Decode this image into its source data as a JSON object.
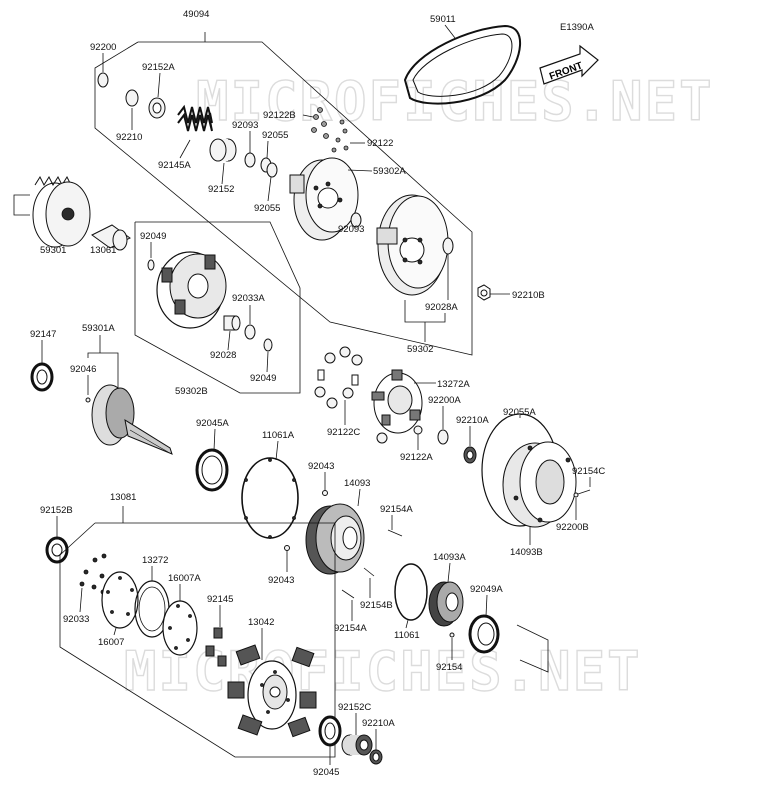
{
  "diagram_code": "E1390A",
  "front_label": "FRONT",
  "watermark": "MICROFICHES.NET",
  "labels": {
    "p49094": "49094",
    "p59011": "59011",
    "p92200": "92200",
    "p92152A": "92152A",
    "p92210": "92210",
    "p92145A": "92145A",
    "p92093a": "92093",
    "p92122B": "92122B",
    "p92055a": "92055",
    "p92122": "92122",
    "p92152": "92152",
    "p92055b": "92055",
    "p59302A": "59302A",
    "p92093b": "92093",
    "p92049a": "92049",
    "p92033A": "92033A",
    "p92028": "92028",
    "p92049b": "92049",
    "p59302B": "59302B",
    "p59301": "59301",
    "p13061": "13061",
    "p92028A": "92028A",
    "p59302": "59302",
    "p92210B": "92210B",
    "p92147": "92147",
    "p59301A": "59301A",
    "p92046": "92046",
    "p13272A": "13272A",
    "p92200A": "92200A",
    "p92210Aa": "92210A",
    "p92055A": "92055A",
    "p92122C": "92122C",
    "p92122A": "92122A",
    "p92045A": "92045A",
    "p11061A": "11061A",
    "p92043a": "92043",
    "p14093": "14093",
    "p92154C": "92154C",
    "p92200B": "92200B",
    "p14093B": "14093B",
    "p92154Aa": "92154A",
    "p92152B": "92152B",
    "p13081": "13081",
    "p13272": "13272",
    "p16007A": "16007A",
    "p92145": "92145",
    "p13042": "13042",
    "p92033": "92033",
    "p16007": "16007",
    "p92043b": "92043",
    "p14093A": "14093A",
    "p92049A": "92049A",
    "p92154B": "92154B",
    "p92154Ab": "92154A",
    "p11061": "11061",
    "p92154": "92154",
    "p92152C": "92152C",
    "p92210Ab": "92210A",
    "p92045": "92045"
  }
}
